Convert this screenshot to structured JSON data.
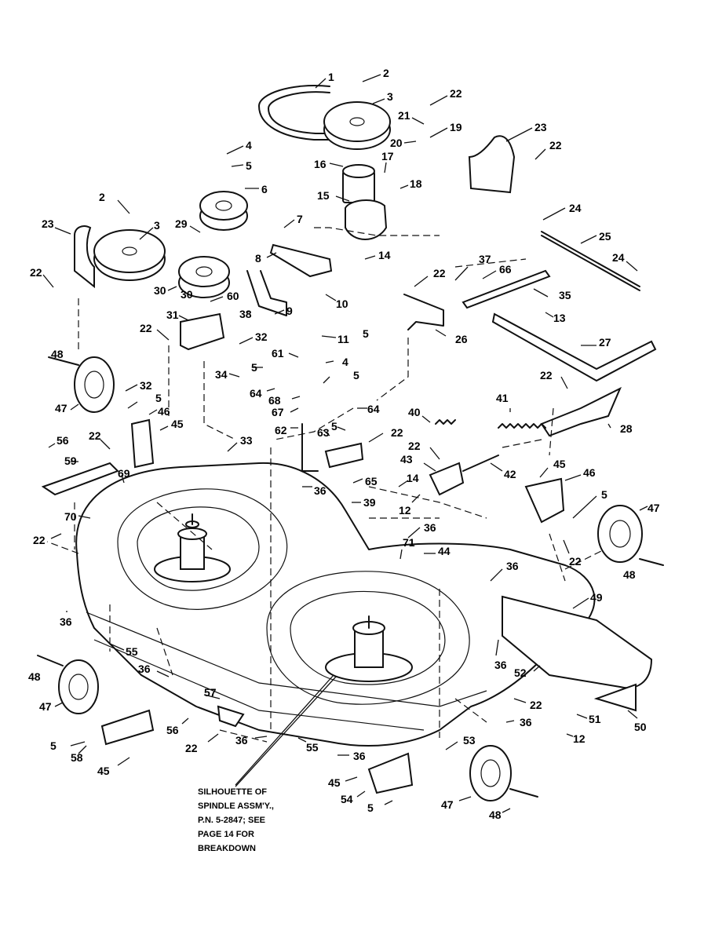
{
  "callouts": [
    "1",
    "2",
    "3",
    "4",
    "5",
    "6",
    "7",
    "8",
    "9",
    "10",
    "11",
    "12",
    "13",
    "14",
    "15",
    "16",
    "17",
    "18",
    "19",
    "20",
    "21",
    "22",
    "23",
    "24",
    "25",
    "26",
    "27",
    "28",
    "29",
    "30",
    "31",
    "32",
    "33",
    "34",
    "35",
    "36",
    "37",
    "38",
    "39",
    "40",
    "41",
    "42",
    "43",
    "44",
    "45",
    "46",
    "47",
    "48",
    "49",
    "50",
    "51",
    "52",
    "53",
    "54",
    "55",
    "56",
    "57",
    "58",
    "59",
    "60",
    "61",
    "62",
    "63",
    "64",
    "65",
    "66",
    "67",
    "68",
    "69",
    "70",
    "71"
  ],
  "note": {
    "line1": "SILHOUETTE OF",
    "line2": "SPINDLE ASSM'Y.,",
    "line3": "P.N. 5-2847; SEE",
    "line4": "PAGE 14 FOR",
    "line5": "BREAKDOWN"
  }
}
